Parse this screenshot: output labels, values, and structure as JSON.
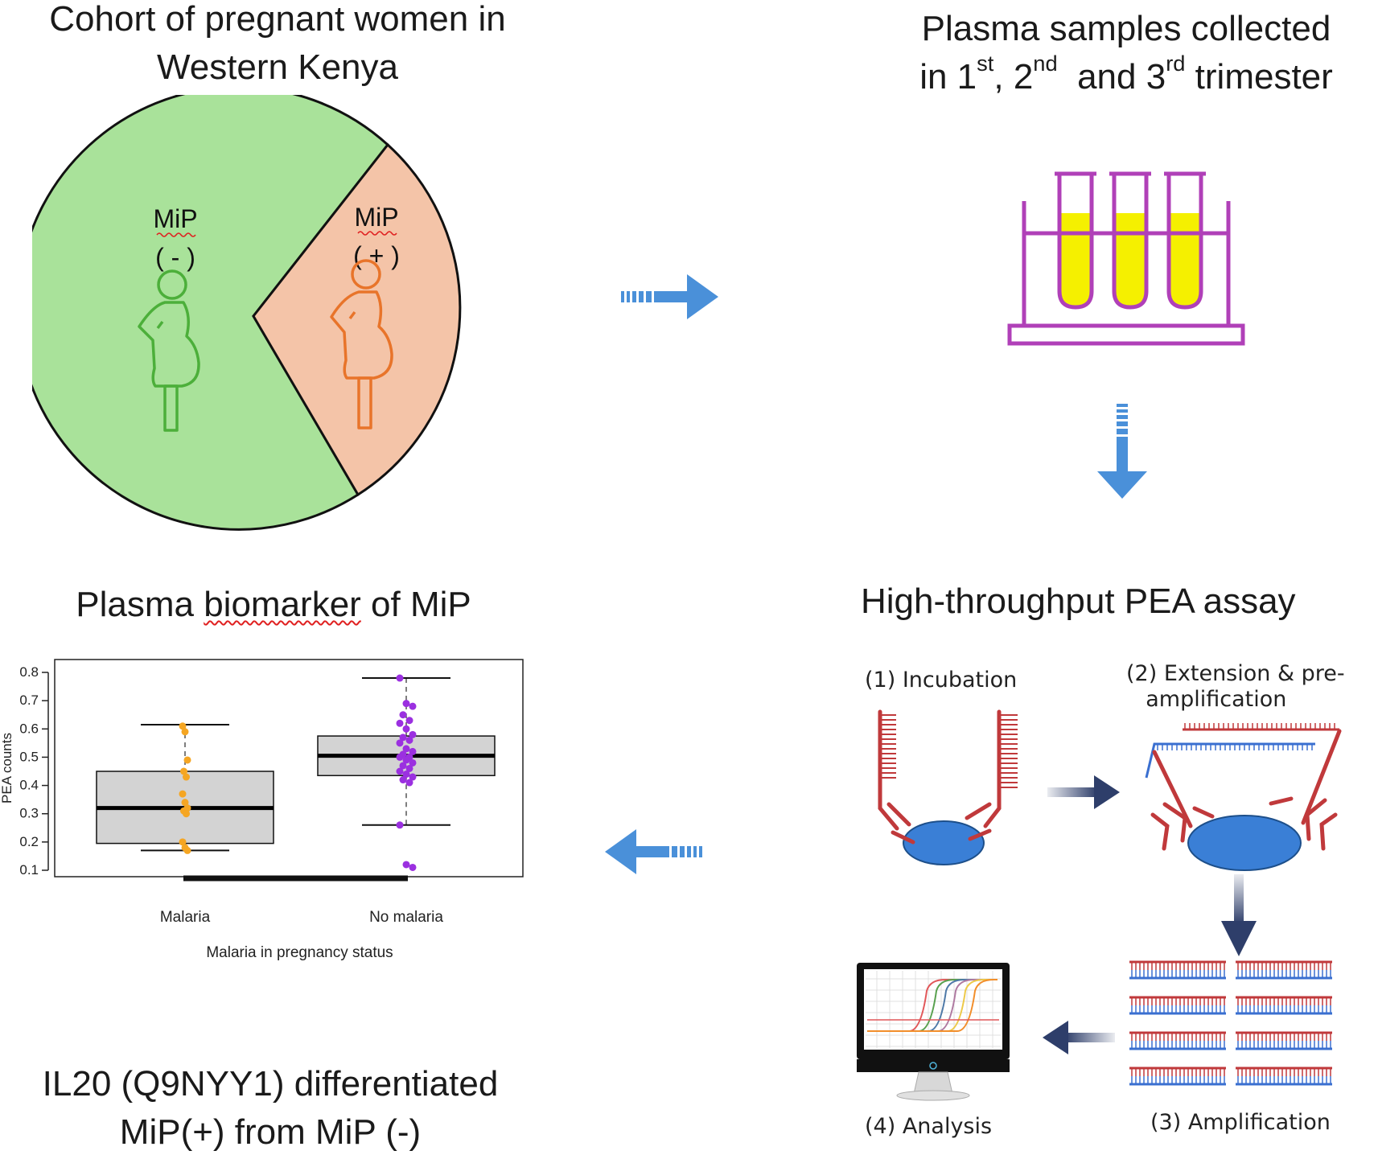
{
  "panel_cohort": {
    "title_line1": "Cohort of pregnant women in",
    "title_line2": "Western Kenya",
    "neg_label": "MiP",
    "neg_sign": "( - )",
    "pos_label": "MiP",
    "pos_sign": "( + )",
    "colors": {
      "negative_fill": "#a9e29a",
      "positive_fill": "#f4c4a8",
      "negative_figure": "#4caf3a",
      "positive_figure": "#e8742a"
    }
  },
  "panel_plasma": {
    "title_line1": "Plasma samples collected",
    "title_pre": "in 1",
    "sup1": "st",
    "mid1": ", 2",
    "sup2": "nd",
    "mid2": "  and 3",
    "sup3": "rd",
    "title_post": " trimester",
    "colors": {
      "rack": "#b040b8",
      "plasma": "#f5f000"
    }
  },
  "panel_pea": {
    "title": "High-throughput PEA assay",
    "step1": "(1) Incubation",
    "step2_line1": "(2) Extension & pre-",
    "step2_line2": "amplification",
    "step3": "(3) Amplification",
    "step4": "(4) Analysis",
    "colors": {
      "antibody": "#c0393b",
      "antigen": "#3a7fd6",
      "dna_blue": "#3a6fd0",
      "arrow": "#2e3e6a"
    }
  },
  "panel_biomarker": {
    "title_prefix": "Plasma ",
    "title_underlined": "biomarker",
    "title_suffix": " of MiP",
    "conclusion_line1": "IL20 (Q9NYY1) differentiated",
    "conclusion_line2": "MiP(+) from MiP (-)"
  },
  "flow_arrow_color": "#4a90d9",
  "chart_data": {
    "type": "box",
    "xlabel": "Malaria in pregnancy status",
    "ylabel": "PEA counts",
    "ylim": [
      0.1,
      0.8
    ],
    "yticks": [
      "0.1",
      "0.2",
      "0.3",
      "0.4",
      "0.5",
      "0.6",
      "0.7",
      "0.8"
    ],
    "categories": [
      "Malaria",
      "No malaria"
    ],
    "colors": [
      "#f5a623",
      "#9b30e0"
    ],
    "boxes": [
      {
        "category": "Malaria",
        "whisker_low": 0.17,
        "q1": 0.195,
        "median": 0.32,
        "q3": 0.45,
        "whisker_high": 0.615
      },
      {
        "category": "No malaria",
        "whisker_low": 0.26,
        "q1": 0.435,
        "median": 0.505,
        "q3": 0.575,
        "whisker_high": 0.78
      }
    ],
    "points": [
      [
        0.61,
        0.59,
        0.49,
        0.45,
        0.43,
        0.37,
        0.34,
        0.32,
        0.31,
        0.3,
        0.2,
        0.18,
        0.17
      ],
      [
        0.78,
        0.69,
        0.68,
        0.65,
        0.63,
        0.62,
        0.6,
        0.58,
        0.57,
        0.56,
        0.55,
        0.53,
        0.52,
        0.51,
        0.5,
        0.5,
        0.49,
        0.48,
        0.47,
        0.46,
        0.45,
        0.44,
        0.43,
        0.42,
        0.41,
        0.26,
        0.12,
        0.11
      ]
    ]
  }
}
